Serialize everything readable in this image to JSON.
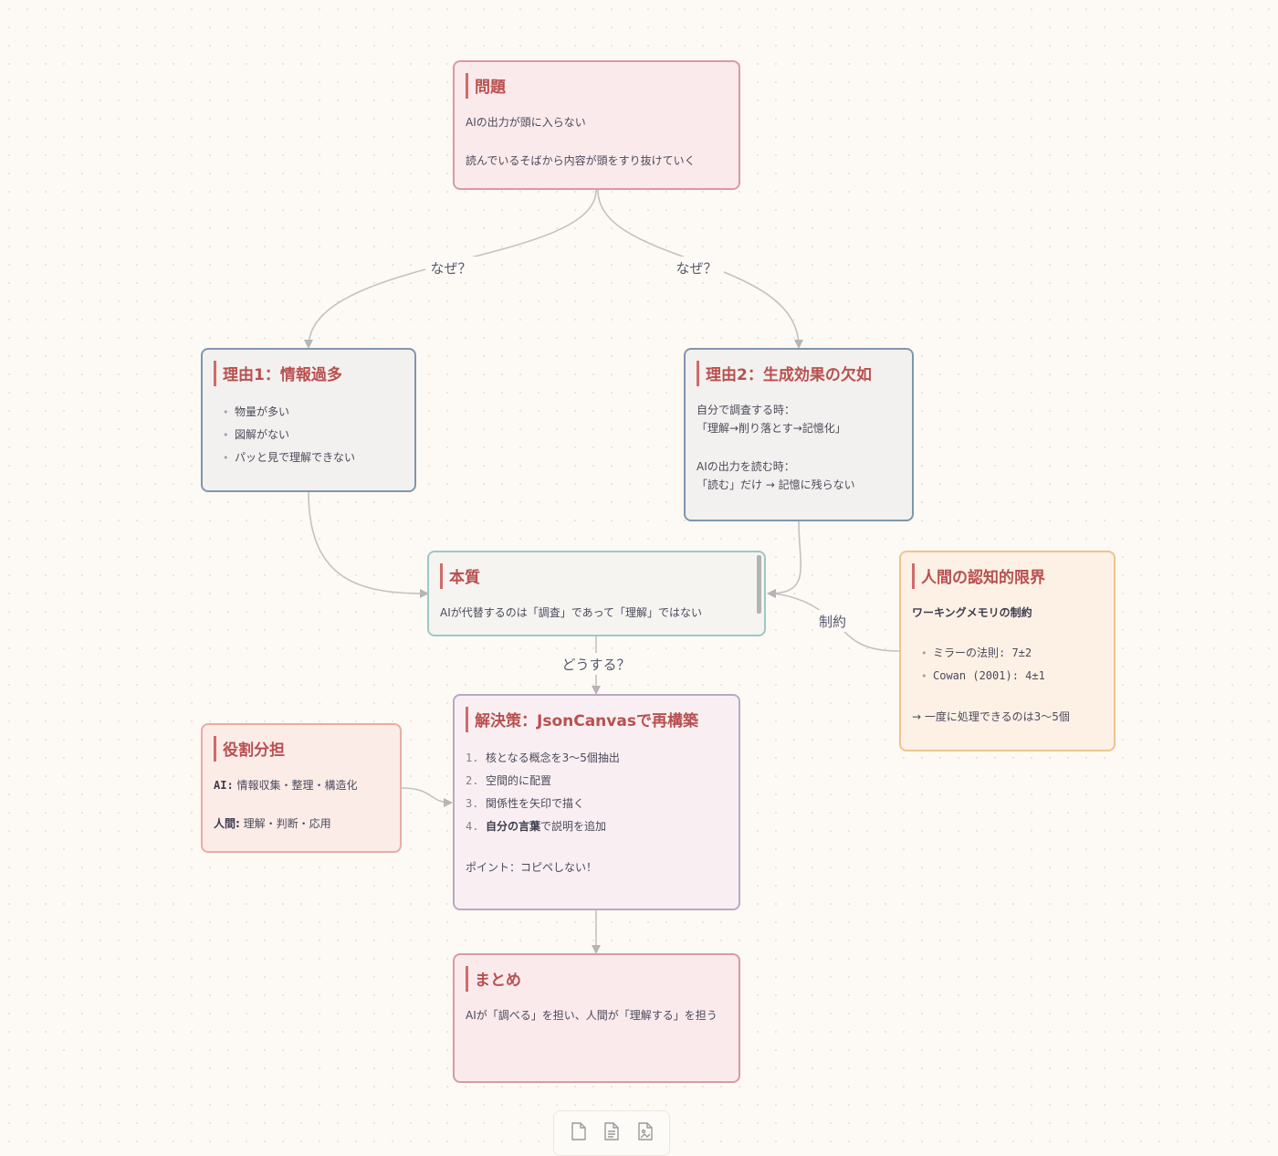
{
  "edges": {
    "why_left": "なぜ？",
    "why_right": "なぜ？",
    "constraint": "制約",
    "how": "どうする？"
  },
  "nodes": {
    "problem": {
      "title": "問題",
      "line1": "AIの出力が頭に入らない",
      "line2": "読んでいるそばから内容が頭をすり抜けていく"
    },
    "reason1": {
      "title": "理由1：情報過多",
      "items": [
        "物量が多い",
        "図解がない",
        "パッと見で理解できない"
      ]
    },
    "reason2": {
      "title": "理由2：生成効果の欠如",
      "line1": "自分で調査する時：",
      "line2": "「理解→削り落とす→記憶化」",
      "line3": "AIの出力を読む時：",
      "line4": "「読む」だけ → 記憶に残らない"
    },
    "essence": {
      "title": "本質",
      "text": "AIが代替するのは「調査」であって「理解」ではない"
    },
    "cognitive": {
      "title": "人間の認知的限界",
      "subtitle": "ワーキングメモリの制約",
      "items": [
        "ミラーの法則: 7±2",
        "Cowan (2001): 4±1"
      ],
      "footer": "→ 一度に処理できるのは3〜5個"
    },
    "solution": {
      "title": "解決策：JsonCanvasで再構築",
      "steps": [
        {
          "num": "1.",
          "text": "核となる概念を3〜5個抽出",
          "bold": ""
        },
        {
          "num": "2.",
          "text": "空間的に配置",
          "bold": ""
        },
        {
          "num": "3.",
          "text": "関係性を矢印で描く",
          "bold": ""
        },
        {
          "num": "4.",
          "text": "で説明を追加",
          "bold": "自分の言葉"
        }
      ],
      "point": "ポイント：コピペしない！"
    },
    "roles": {
      "title": "役割分担",
      "ai_label": "AI:",
      "ai_text": "情報収集・整理・構造化",
      "human_label": "人間:",
      "human_text": "理解・判断・応用"
    },
    "summary": {
      "title": "まとめ",
      "text": "AIが「調べる」を担い、人間が「理解する」を担う"
    }
  },
  "toolbar": {
    "icons": [
      "new-file-icon",
      "document-icon",
      "image-file-icon"
    ]
  }
}
